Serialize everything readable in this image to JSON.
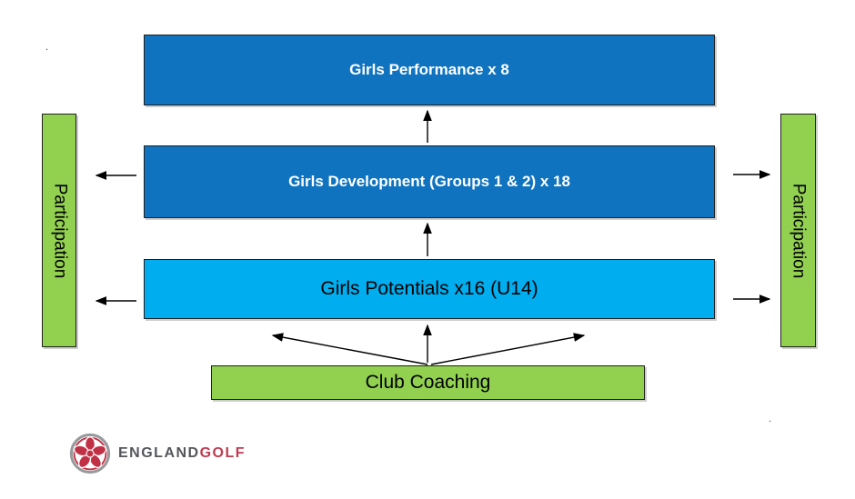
{
  "pathway": {
    "levels": [
      {
        "id": "performance",
        "label": "Girls Performance x 8"
      },
      {
        "id": "development",
        "label": "Girls Development (Groups 1 & 2) x 18"
      },
      {
        "id": "potentials",
        "label": "Girls Potentials x16 (U14)"
      },
      {
        "id": "club_coaching",
        "label": "Club Coaching"
      }
    ],
    "side_bars": {
      "left": {
        "label": "Participation"
      },
      "right": {
        "label": "Participation"
      }
    }
  },
  "colors": {
    "dark_blue": "#0f73c0",
    "light_blue": "#00aeef",
    "green": "#92d050",
    "arrow": "#000000",
    "logo_gray": "#55565b",
    "logo_red": "#c13a50",
    "logo_ring_gray": "#97999c",
    "logo_rose_red": "#c13145"
  },
  "logo": {
    "icon": "england-golf-rose-icon",
    "brand_first": "ENGLAND",
    "brand_second": "GOLF"
  },
  "stray_marks": {
    "top_left": ".",
    "bottom_right": "."
  }
}
